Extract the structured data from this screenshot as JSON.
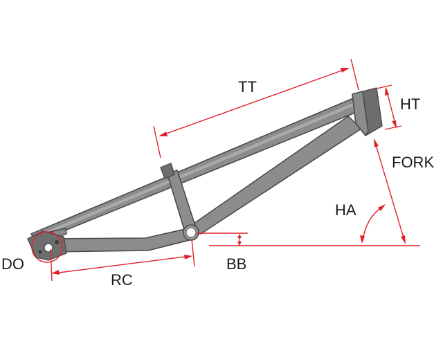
{
  "diagram": {
    "labels": {
      "tt": "TT",
      "ht": "HT",
      "fork": "FORK",
      "ha": "HA",
      "do": "DO",
      "bb": "BB",
      "rc": "RC"
    },
    "colors": {
      "frame_fill": "#8c8c8c",
      "frame_outline": "#4a4a4a",
      "dimension_lines": "#e0202a",
      "text": "#1a1a1a",
      "background": "#ffffff"
    }
  }
}
